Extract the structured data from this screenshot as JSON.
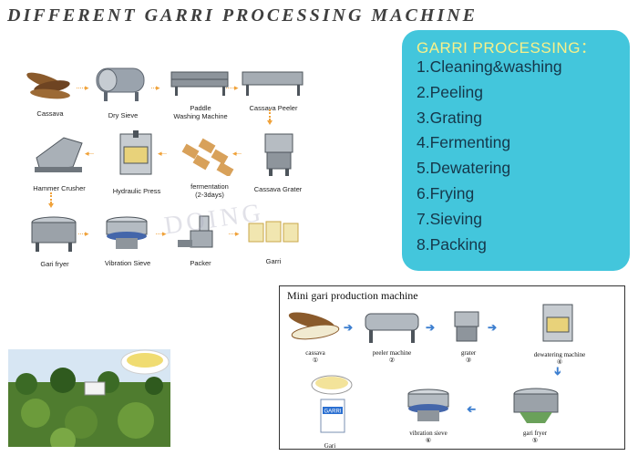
{
  "title": "DIFFERENT GARRI PROCESSING MACHINE",
  "flow": {
    "row1": [
      "Cassava",
      "Dry Sieve",
      "Paddle\nWashing Machine",
      "Cassava Peeler"
    ],
    "row2": [
      "Hammer Crusher",
      "Hydraulic Press",
      "fermentation\n(2-3days)",
      "Cassava Grater"
    ],
    "row3": [
      "Gari fryer",
      "Vibration Sieve",
      "Packer",
      "Garri"
    ],
    "watermark": "DOING"
  },
  "processing": {
    "heading": "GARRI PROCESSING：",
    "steps": [
      "1.Cleaning&washing",
      "2.Peeling",
      "3.Grating",
      "4.Fermenting",
      "5.Dewatering",
      "6.Frying",
      "7.Sieving",
      "8.Packing"
    ]
  },
  "mini": {
    "title": "Mini gari production machine",
    "steps": [
      {
        "label": "cassava",
        "num": "①"
      },
      {
        "label": "peeler machine",
        "num": "②"
      },
      {
        "label": "grater",
        "num": "③"
      },
      {
        "label": "dewatering machine",
        "num": "④"
      },
      {
        "label": "gari fryer",
        "num": "⑤"
      },
      {
        "label": "vibration sieve",
        "num": "⑥"
      },
      {
        "label": "Gari",
        "num": ""
      }
    ],
    "bag_text": "GARRI"
  },
  "colors": {
    "box": "#43c6dc",
    "heading": "#f7f08a",
    "steps": "#15374a",
    "arrows": "#f0a23a",
    "mini_arrows": "#3d7fd0"
  }
}
